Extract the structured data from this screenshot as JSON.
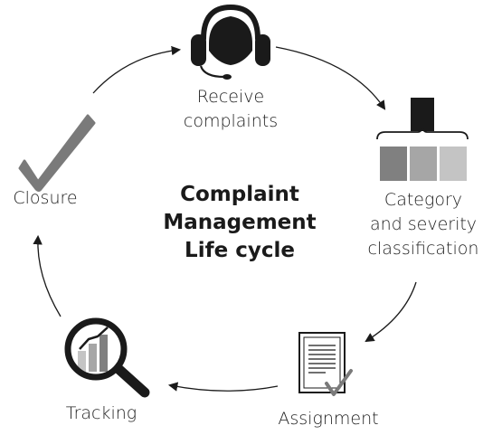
{
  "title_lines": [
    "Complaint",
    "Management",
    "Life cycle"
  ],
  "stages": {
    "receive": {
      "lines": [
        "Receive",
        "complaints"
      ],
      "icon": "headset-icon"
    },
    "category": {
      "lines": [
        "Category",
        "and severity",
        "classification"
      ],
      "icon": "hierarchy-icon"
    },
    "assignment": {
      "lines": [
        "Assignment"
      ],
      "icon": "document-check-icon"
    },
    "tracking": {
      "lines": [
        "Tracking"
      ],
      "icon": "magnifier-chart-icon"
    },
    "closure": {
      "lines": [
        "Closure"
      ],
      "icon": "checkmark-icon"
    }
  },
  "colors": {
    "ink": "#1a1a1a",
    "gray_dark": "#808080",
    "gray_mid": "#a6a6a6",
    "gray_light": "#c4c4c4",
    "check": "#7a7a7a"
  }
}
